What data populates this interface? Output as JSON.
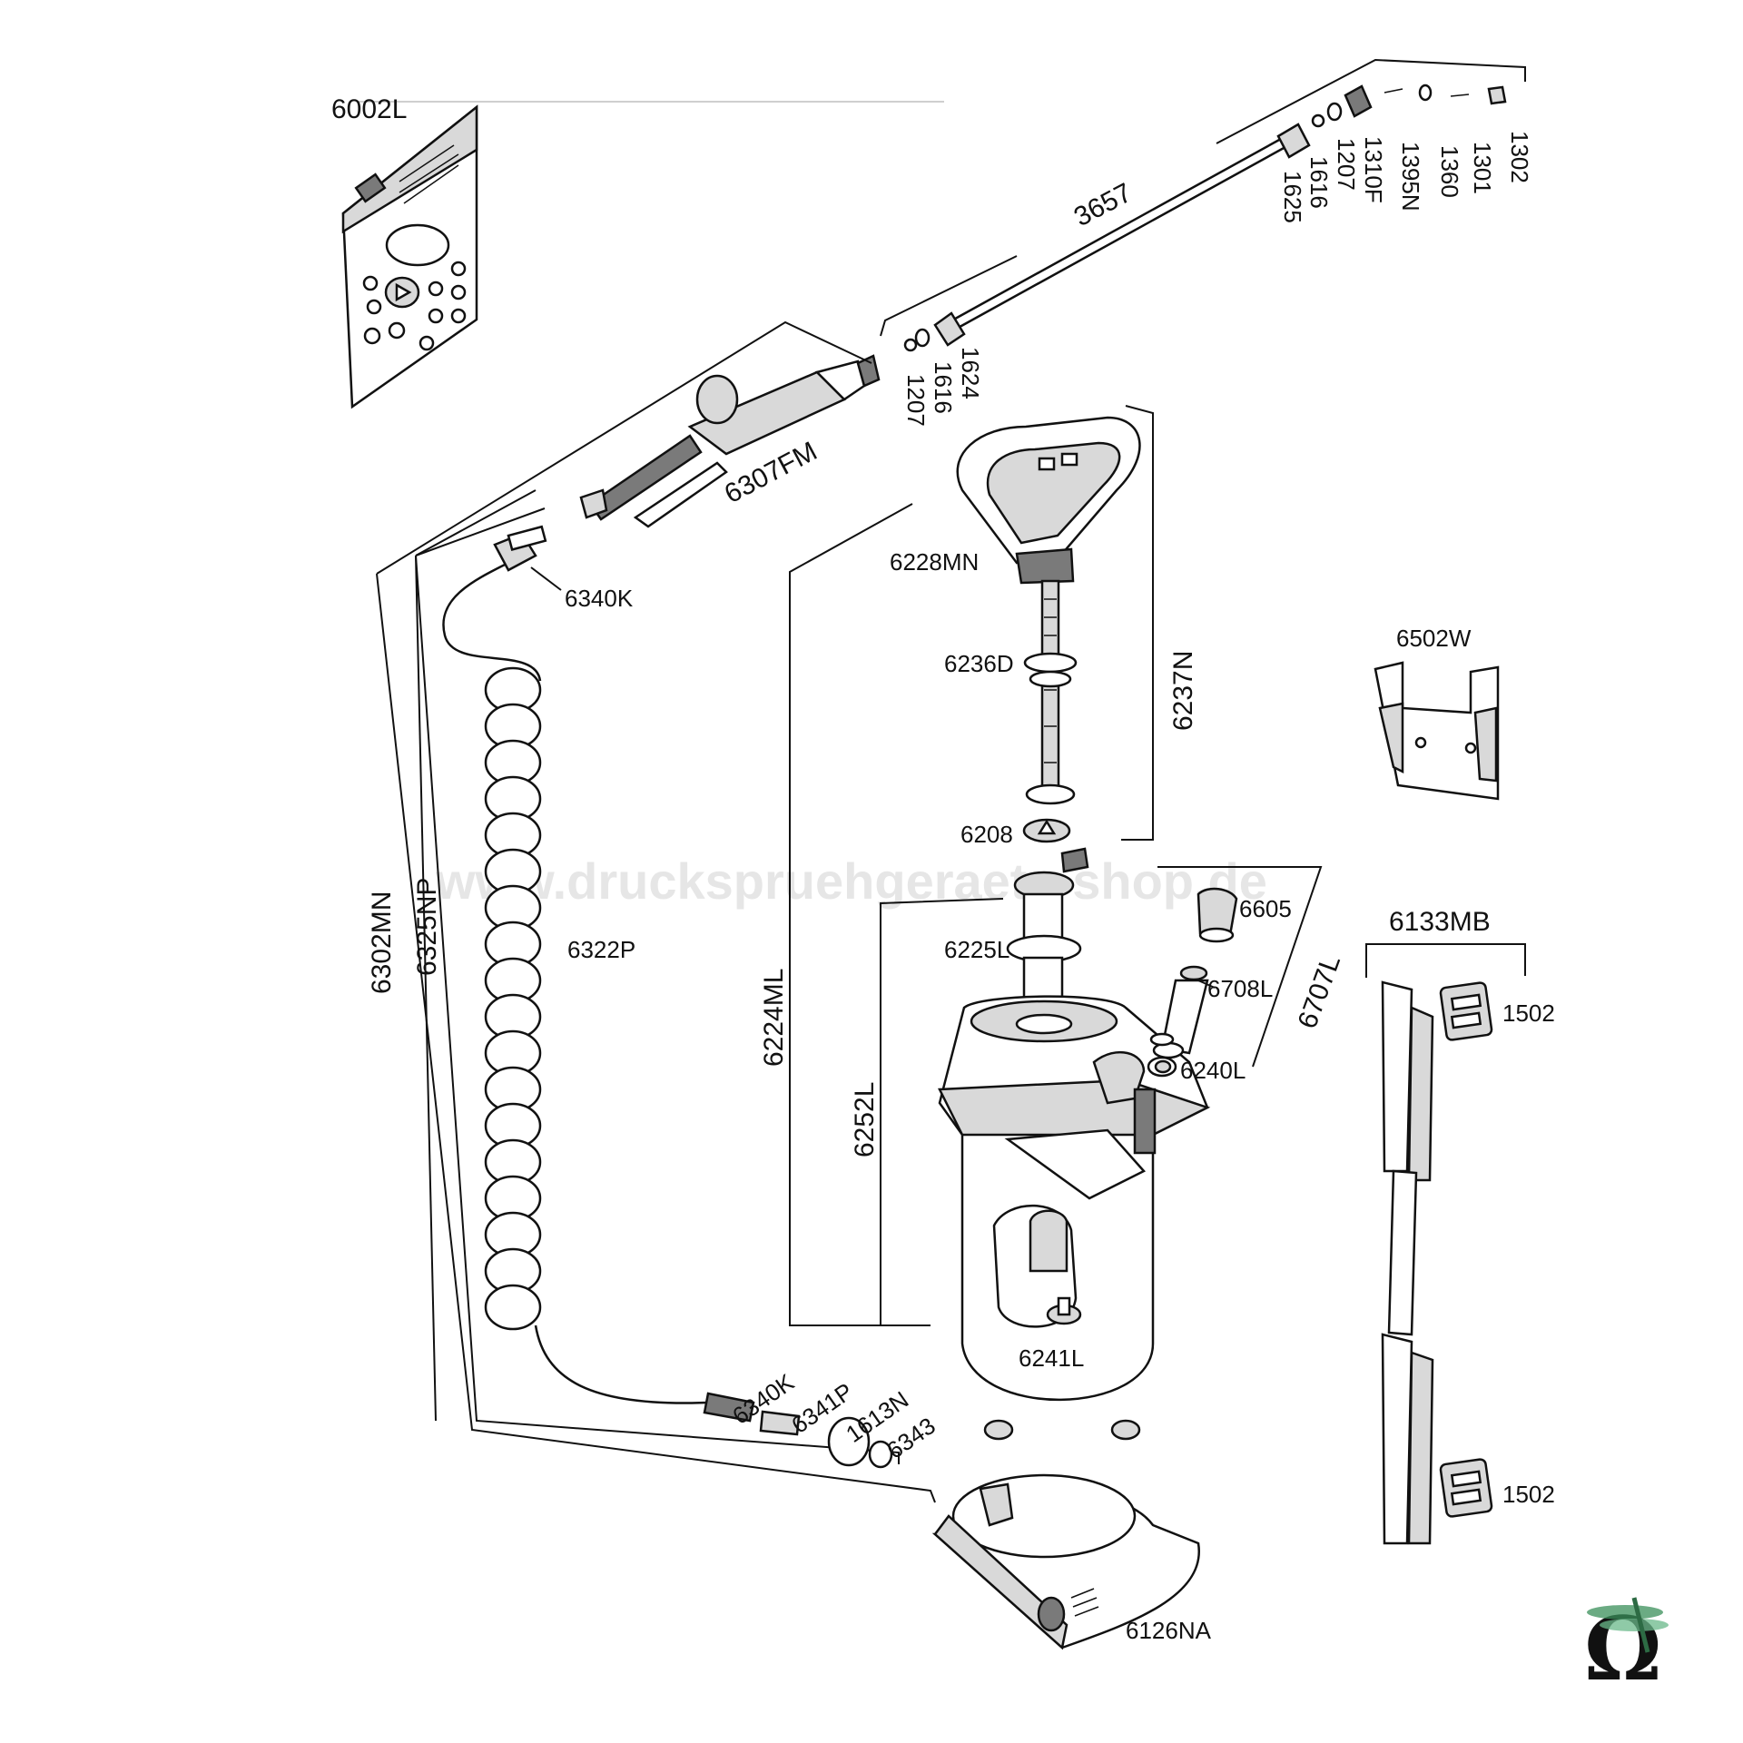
{
  "watermark": "www.druckspruehgeraete-shop.de",
  "labels": {
    "l6002L": "6002L",
    "l3657": "3657",
    "l1302": "1302",
    "l1301": "1301",
    "l1360": "1360",
    "l1395N": "1395N",
    "l1310F": "1310F",
    "l1207a": "1207",
    "l1616a": "1616",
    "l1625": "1625",
    "l1624": "1624",
    "l1616b": "1616",
    "l1207b": "1207",
    "l6307FM": "6307FM",
    "l6228MN": "6228MN",
    "l6340Ka": "6340K",
    "l6236D": "6236D",
    "l6237N": "6237N",
    "l6502W": "6502W",
    "l6208": "6208",
    "l6605": "6605",
    "l6225L": "6225L",
    "l6708L": "6708L",
    "l6707L": "6707L",
    "l6133MB": "6133MB",
    "l6240L": "6240L",
    "l1502a": "1502",
    "l6302MN": "6302MN",
    "l6325NP": "6325NP",
    "l6322P": "6322P",
    "l6224ML": "6224ML",
    "l6252L": "6252L",
    "l6241L": "6241L",
    "l6340Kb": "6340K",
    "l6341P": "6341P",
    "l1613N": "1613N",
    "l6343": "6343",
    "l1502b": "1502",
    "l6126NA": "6126NA"
  },
  "logo": {
    "symbol": "Ω",
    "icon": "dragonfly-omega-logo"
  },
  "colors": {
    "line": "#111111",
    "part_fill": "#ffffff",
    "grey_fill": "#d9d9d9",
    "dark_fill": "#7a7a7a",
    "logo_green": "#3a8f5a"
  }
}
